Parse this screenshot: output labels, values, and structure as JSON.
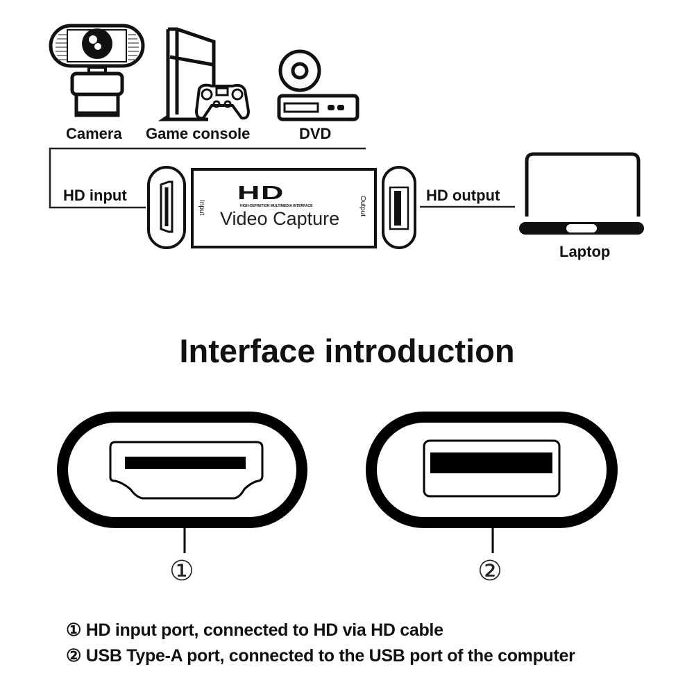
{
  "sources": [
    {
      "label": "Camera",
      "icon": "webcam-icon"
    },
    {
      "label": "Game console",
      "icon": "game-console-icon"
    },
    {
      "label": "DVD",
      "icon": "dvd-player-icon"
    }
  ],
  "connection": {
    "input_label": "HD input",
    "output_label": "HD output",
    "target_label": "Laptop"
  },
  "device": {
    "logo": "HD",
    "subtitle": "HIGH-DEFINITION MULTIMEDIA INTERFACE",
    "name": "Video Capture",
    "side_input": "Input",
    "side_output": "Output"
  },
  "section_title": "Interface introduction",
  "ports": [
    {
      "marker": "①",
      "type": "hdmi-port"
    },
    {
      "marker": "②",
      "type": "usb-a-port"
    }
  ],
  "notes": [
    "① HD input port, connected to HD via HD cable",
    "② USB Type-A port, connected to the USB port of the computer"
  ]
}
